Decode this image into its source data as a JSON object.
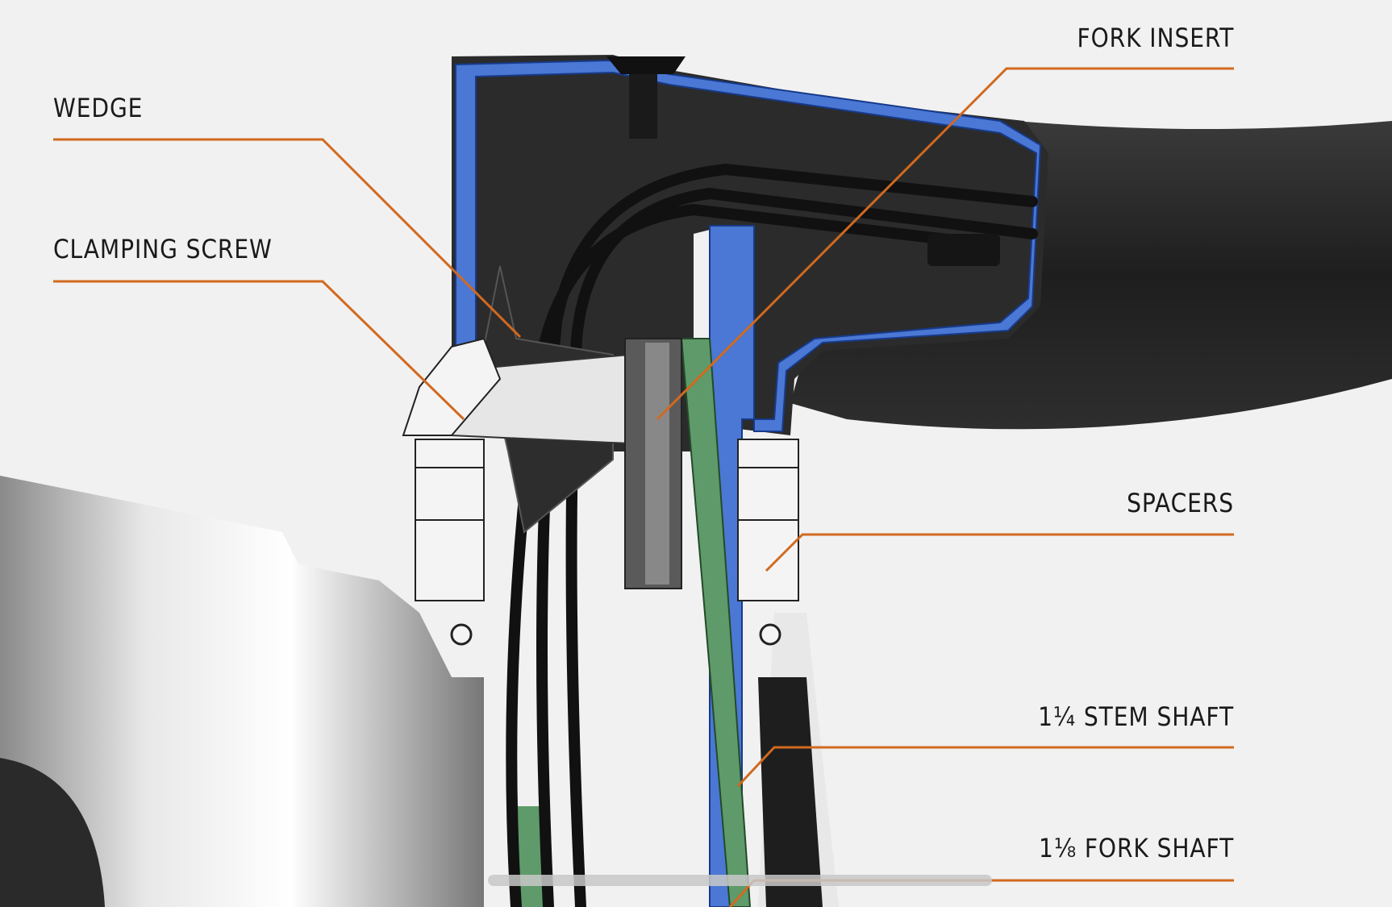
{
  "labels": {
    "fork_insert": "FORK INSERT",
    "wedge": "WEDGE",
    "clamping_screw": "CLAMPING SCREW",
    "spacers": "SPACERS",
    "stem_shaft": "1¼ STEM SHAFT",
    "fork_shaft": "1⅛ FORK SHAFT"
  },
  "colors": {
    "background": "#f1f1f1",
    "leader_line": "#d2691e",
    "section_blue": "#4a78d4",
    "section_green": "#5e9a6a",
    "carbon": "#2a2a2a"
  }
}
